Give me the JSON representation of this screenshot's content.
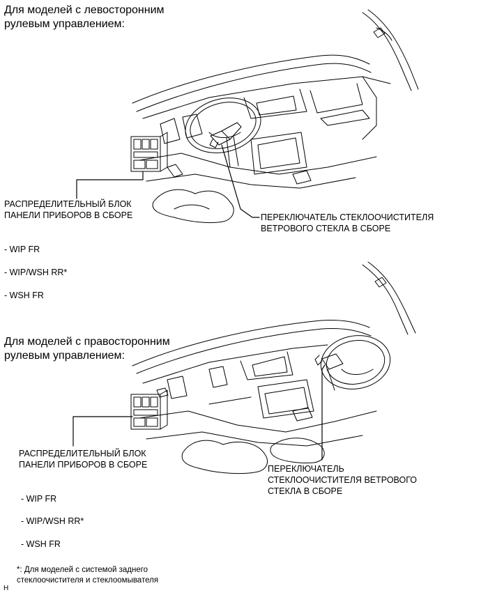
{
  "section_lhd": {
    "heading_line1": "Для моделей с левосторонним",
    "heading_line2": "рулевым управлением:",
    "junction_block_line1": "РАСПРЕДЕЛИТЕЛЬНЫЙ БЛОК",
    "junction_block_line2": "ПАНЕЛИ ПРИБОРОВ В СБОРЕ",
    "wiper_switch_line1": "ПЕРЕКЛЮЧАТЕЛЬ СТЕКЛООЧИСТИТЕЛЯ",
    "wiper_switch_line2": "ВЕТРОВОГО СТЕКЛА В СБОРЕ",
    "fuses": [
      "- WIP FR",
      "- WIP/WSH RR*",
      "- WSH FR"
    ]
  },
  "section_rhd": {
    "heading_line1": "Для моделей с правосторонним",
    "heading_line2": "рулевым управлением:",
    "junction_block_line1": "РАСПРЕДЕЛИТЕЛЬНЫЙ БЛОК",
    "junction_block_line2": "ПАНЕЛИ ПРИБОРОВ В СБОРЕ",
    "wiper_switch_line1": "ПЕРЕКЛЮЧАТЕЛЬ",
    "wiper_switch_line2": "СТЕКЛООЧИСТИТЕЛЯ ВЕТРОВОГО",
    "wiper_switch_line3": "СТЕКЛА В СБОРЕ",
    "fuses": [
      "- WIP FR",
      "- WIP/WSH RR*",
      "- WSH FR"
    ]
  },
  "footnote": {
    "line1": "*: Для моделей с системой заднего",
    "line2": "стеклоочистителя и стеклоомывателя"
  },
  "corner_mark": "H"
}
